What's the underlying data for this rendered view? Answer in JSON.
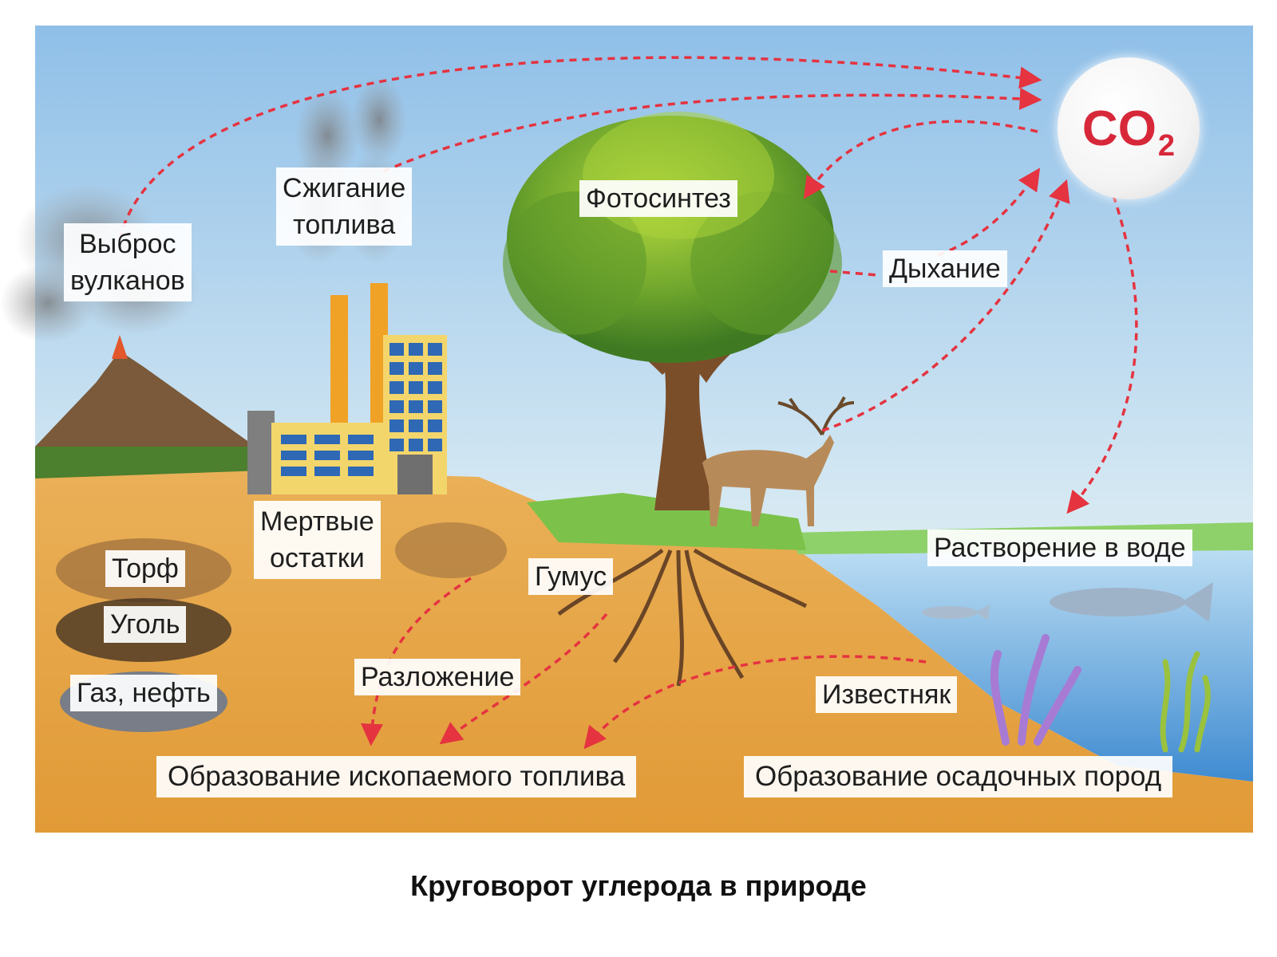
{
  "labels": {
    "co2_main": "CO",
    "co2_sub": "2",
    "volcano": "Выброс\nвулканов",
    "fuel_burning": "Сжигание\nтоплива",
    "photosynthesis": "Фотосинтез",
    "respiration": "Дыхание",
    "dead_remains": "Мертвые\nостатки",
    "humus": "Гумус",
    "peat": "Торф",
    "coal": "Уголь",
    "gas_oil": "Газ, нефть",
    "decomposition": "Разложение",
    "dissolution": "Растворение в воде",
    "limestone": "Известняк",
    "fossil_fuel_formation": "Образование ископаемого топлива",
    "sediment_formation": "Образование осадочных пород"
  },
  "caption": "Круговорот углерода в природе",
  "colors": {
    "arrow": "#e53340",
    "co2_text": "#d7283a",
    "sky_top": "#9cc6ea",
    "ground": "#e7a443",
    "water": "#5fa4dc",
    "grass": "#7cc24a"
  },
  "icons": [
    "volcano-icon",
    "factory-icon",
    "tree-icon",
    "deer-icon",
    "fish-icon",
    "coral-icon",
    "seaweed-icon"
  ]
}
